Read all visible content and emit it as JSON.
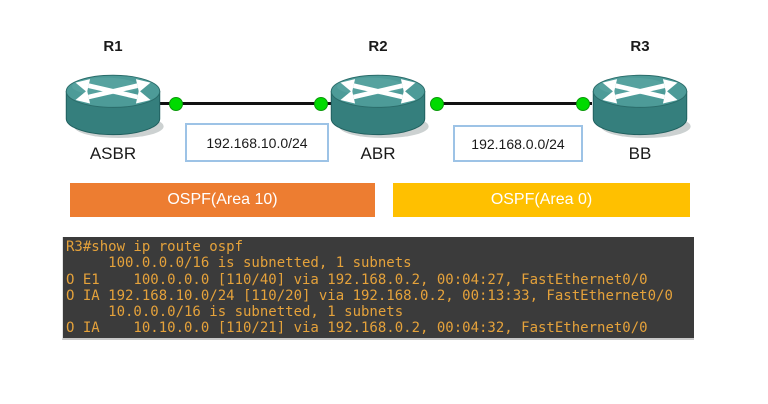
{
  "diagram": {
    "routers": [
      {
        "name": "R1",
        "role": "ASBR"
      },
      {
        "name": "R2",
        "role": "ABR"
      },
      {
        "name": "R3",
        "role": "BB"
      }
    ],
    "links": [
      {
        "network": "192.168.10.0/24"
      },
      {
        "network": "192.168.0.0/24"
      }
    ],
    "areas": [
      {
        "label": "OSPF(Area 10)",
        "color": "#ED7D31"
      },
      {
        "label": "OSPF(Area 0)",
        "color": "#FFC000"
      }
    ],
    "colors": {
      "router_body": "#357F7D",
      "router_top": "#4D9B98",
      "link_endpoint_green": "#00DB00",
      "network_box_border": "#9DC3E6",
      "terminal_background": "#3B3B3B",
      "terminal_text": "#E5A23B"
    }
  },
  "terminal": {
    "prompt_line": "R3#show ip route ospf",
    "lines": [
      "R3#show ip route ospf",
      "     100.0.0.0/16 is subnetted, 1 subnets",
      "O E1    100.0.0.0 [110/40] via 192.168.0.2, 00:04:27, FastEthernet0/0",
      "O IA 192.168.10.0/24 [110/20] via 192.168.0.2, 00:13:33, FastEthernet0/0",
      "     10.0.0.0/16 is subnetted, 1 subnets",
      "O IA    10.10.0.0 [110/21] via 192.168.0.2, 00:04:32, FastEthernet0/0"
    ]
  }
}
